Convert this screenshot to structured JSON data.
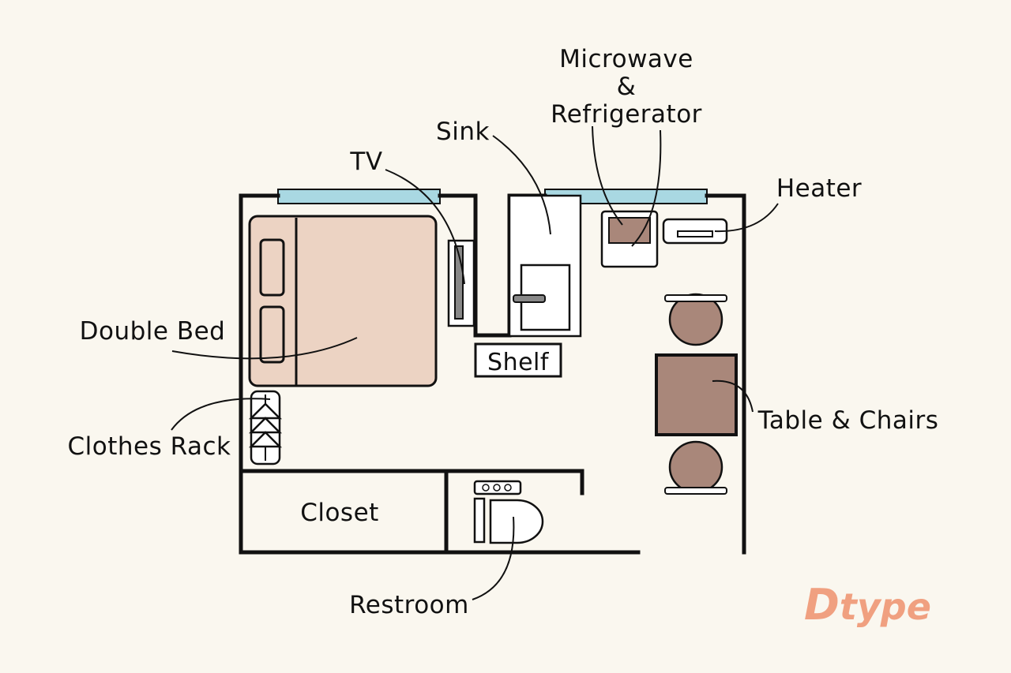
{
  "colors": {
    "background": "#faf7ef",
    "line": "#111111",
    "window": "#a9d8e2",
    "bed": "#ecd3c3",
    "furniture": "#a9877a",
    "brand": "#f0a080"
  },
  "labels": {
    "microwave_line1": "Microwave",
    "microwave_amp": "&",
    "microwave_line2": "Refrigerator",
    "sink": "Sink",
    "tv": "TV",
    "heater": "Heater",
    "double_bed": "Double Bed",
    "shelf": "Shelf",
    "table_chairs": "Table & Chairs",
    "clothes_rack": "Clothes Rack",
    "closet": "Closet",
    "restroom": "Restroom"
  },
  "brand": {
    "initial": "D",
    "rest": "type"
  },
  "icons": {
    "hangers": "hanger-icon",
    "toilet": "toilet-icon",
    "faucet": "faucet-icon"
  }
}
